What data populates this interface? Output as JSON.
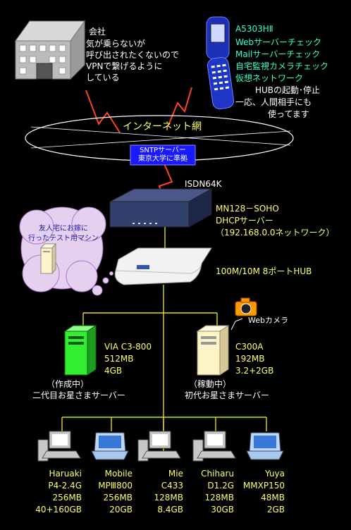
{
  "office": {
    "title": "会社",
    "lines": [
      "気が乗らないが",
      "呼び出されたくないので",
      "VPNで繋げるように",
      "している"
    ]
  },
  "phone": {
    "model": "A5303HⅡ",
    "lines": [
      "Webサーバーチェック",
      "Mailサーバーチェック",
      "自宅監視カメラチェック",
      "仮想ネットワーク",
      "HUBの起動･停止",
      "一応、人間相手にも",
      "使ってます"
    ]
  },
  "internet": {
    "label": "インターネット網",
    "sntp_line1": "SNTPサーバー",
    "sntp_line2": "東京大学に準拠"
  },
  "isdn": "ISDN64K",
  "router": {
    "lines": [
      "MN128－SOHO",
      "DHCPサーバー",
      "（192.168.0.0ネットワーク）"
    ]
  },
  "friend": {
    "lines": [
      "友人宅にお嫁に",
      "行ったテスト用マシン"
    ]
  },
  "hub": "100M/10M 8ポートHUB",
  "webcam": "Webカメラ",
  "server_new": {
    "specs": [
      "VIA C3-800",
      "512MB",
      "4GB"
    ],
    "status": "（作成中）",
    "name": "二代目お星さまサーバー"
  },
  "server_old": {
    "specs": [
      "C300A",
      "192MB",
      "3.2+2GB"
    ],
    "status": "（稼動中）",
    "name": "初代お星さまサーバー"
  },
  "clients": [
    {
      "name": "Haruaki",
      "cpu": "P4-2.4G",
      "ram": "256MB",
      "disk": "40+160GB"
    },
    {
      "name": "Mobile",
      "cpu": "MPⅢ800",
      "ram": "256MB",
      "disk": "20GB"
    },
    {
      "name": "Mie",
      "cpu": "C433",
      "ram": "128MB",
      "disk": "8.4GB"
    },
    {
      "name": "Chiharu",
      "cpu": "D1.2G",
      "ram": "128MB",
      "disk": "30GB"
    },
    {
      "name": "Yuya",
      "cpu": "MMXP150",
      "ram": "48MB",
      "disk": "2GB"
    }
  ],
  "colors": {
    "background": "#000000",
    "network_line": "#e0e000",
    "lightning": "#ff4422",
    "cloud_bubble": "#e6d0f0",
    "sntp_box": "#1a1aff"
  }
}
